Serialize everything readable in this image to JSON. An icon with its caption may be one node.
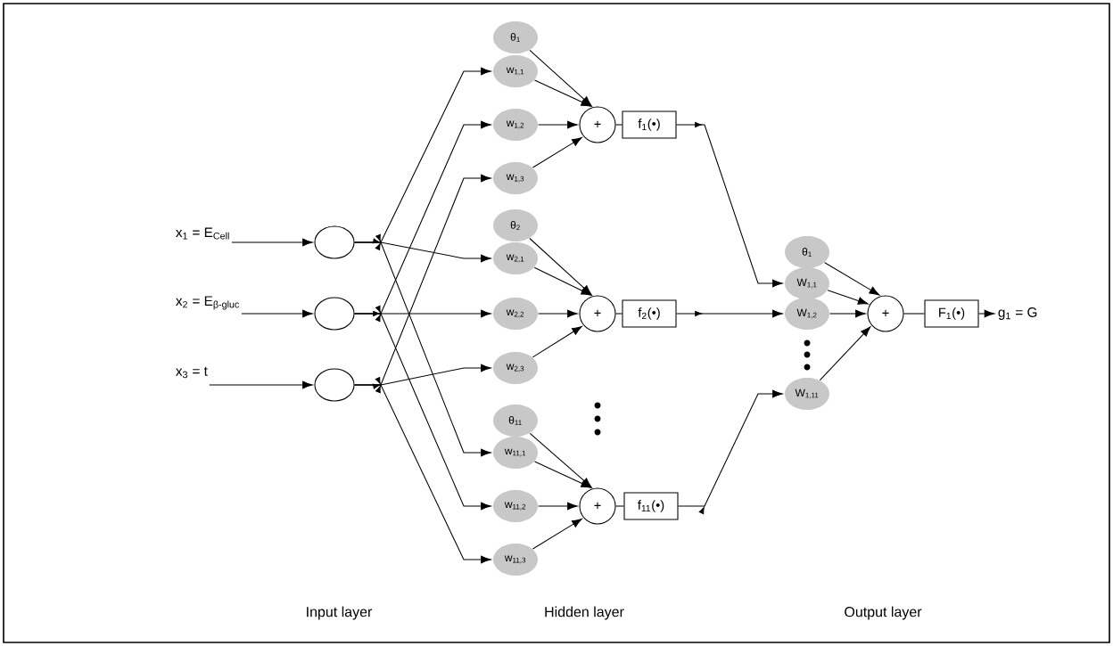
{
  "diagram": {
    "nodes": [
      {
        "text": [
          "x$_{1}$ = E$_{Cell}$"
        ]
      },
      {
        "text": [
          "x$_{2}$ = E$_{β-gluc}$"
        ]
      },
      {
        "text": [
          "x$_{3}$ = t"
        ]
      },
      {
        "text": [],
        "shape": "circle"
      },
      {
        "text": [],
        "shape": "circle"
      },
      {
        "text": [],
        "shape": "circle"
      },
      {
        "text": [
          "θ$_{1}$"
        ]
      },
      {
        "text": [
          "w$_{1,1}$"
        ]
      },
      {
        "text": [
          "w$_{1,2}$"
        ]
      },
      {
        "text": [
          "w$_{1,3}$"
        ]
      },
      {
        "text": [
          "+"
        ]
      },
      {
        "text": [
          "f$_{1}$(•)"
        ]
      },
      {
        "text": [
          "θ$_{2}$"
        ]
      },
      {
        "text": [
          "w$_{2,1}$"
        ]
      },
      {
        "text": [
          "w$_{2,2}$"
        ]
      },
      {
        "text": [
          "w$_{2,3}$"
        ]
      },
      {
        "text": [
          "+"
        ]
      },
      {
        "text": [
          "f$_{2}$(•)"
        ]
      },
      {
        "text": [
          "θ$_{11}$"
        ]
      },
      {
        "text": [
          "w$_{11,1}$"
        ]
      },
      {
        "text": [
          "w$_{11,2}$"
        ]
      },
      {
        "text": [
          "w$_{11,3}$"
        ]
      },
      {
        "text": [
          "+"
        ]
      },
      {
        "text": [
          "f$_{11}$(•)"
        ]
      },
      {
        "text": [
          "θ$_{1}$"
        ]
      },
      {
        "text": [
          "W$_{1,1}$"
        ]
      },
      {
        "text": [
          "W$_{1,2}$"
        ]
      },
      {
        "text": [
          "W$_{1,11}$"
        ]
      },
      {
        "text": [
          "+"
        ]
      },
      {
        "text": [
          "F$_{1}$(•)"
        ]
      },
      {
        "text": [
          "g$_{1}$ = G"
        ]
      }
    ],
    "edges": [
      {
        "from": 0,
        "to": 3,
        "arrow": "to"
      },
      {
        "from": 1,
        "to": 4,
        "arrow": "to"
      },
      {
        "from": 2,
        "to": 5,
        "arrow": "to"
      },
      {
        "from": 3,
        "to": 7,
        "arrow": "to"
      },
      {
        "from": 3,
        "to": 13,
        "arrow": "to"
      },
      {
        "from": 3,
        "to": 19,
        "arrow": "to"
      },
      {
        "from": 4,
        "to": 8,
        "arrow": "to"
      },
      {
        "from": 4,
        "to": 14,
        "arrow": "to"
      },
      {
        "from": 4,
        "to": 20,
        "arrow": "to"
      },
      {
        "from": 5,
        "to": 9,
        "arrow": "to"
      },
      {
        "from": 5,
        "to": 15,
        "arrow": "to"
      },
      {
        "from": 5,
        "to": 21,
        "arrow": "to"
      },
      {
        "from": 6,
        "to": 10,
        "arrow": "to"
      },
      {
        "from": 7,
        "to": 10,
        "arrow": "to"
      },
      {
        "from": 8,
        "to": 10,
        "arrow": "to"
      },
      {
        "from": 9,
        "to": 10,
        "arrow": "to"
      },
      {
        "from": 10,
        "to": 11,
        "arrow": "none"
      },
      {
        "from": 12,
        "to": 16,
        "arrow": "to"
      },
      {
        "from": 13,
        "to": 16,
        "arrow": "to"
      },
      {
        "from": 14,
        "to": 16,
        "arrow": "to"
      },
      {
        "from": 15,
        "to": 16,
        "arrow": "to"
      },
      {
        "from": 16,
        "to": 17,
        "arrow": "none"
      },
      {
        "from": 18,
        "to": 22,
        "arrow": "to"
      },
      {
        "from": 19,
        "to": 22,
        "arrow": "to"
      },
      {
        "from": 20,
        "to": 22,
        "arrow": "to"
      },
      {
        "from": 21,
        "to": 22,
        "arrow": "to"
      },
      {
        "from": 22,
        "to": 23,
        "arrow": "none"
      },
      {
        "from": 11,
        "to": 25,
        "arrow": "to"
      },
      {
        "from": 17,
        "to": 26,
        "arrow": "to"
      },
      {
        "from": 23,
        "to": 27,
        "arrow": "to"
      },
      {
        "from": 24,
        "to": 28,
        "arrow": "to"
      },
      {
        "from": 25,
        "to": 28,
        "arrow": "to"
      },
      {
        "from": 26,
        "to": 28,
        "arrow": "to"
      },
      {
        "from": 27,
        "to": 28,
        "arrow": "to"
      },
      {
        "from": 28,
        "to": 29,
        "arrow": "none"
      },
      {
        "from": 29,
        "to": 30,
        "arrow": "to"
      }
    ],
    "labels": [
      "Input layer",
      "Hidden layer",
      "Output layer"
    ]
  }
}
